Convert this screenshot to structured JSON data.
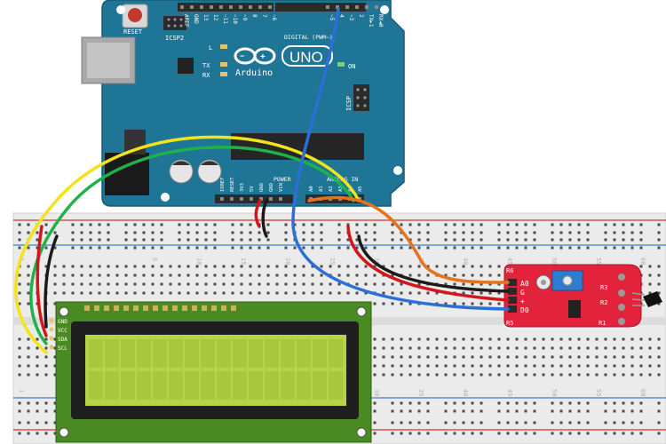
{
  "arduino": {
    "reset_label": "RESET",
    "icsp2_label": "ICSP2",
    "icsp_label": "ICSP",
    "digital_label": "DIGITAL (PWM~)",
    "pin_labels": [
      "AREF",
      "GND",
      "13",
      "12",
      "~11",
      "~10",
      "~9",
      "8",
      "7",
      "~6",
      "~5",
      "4",
      "~3",
      "2",
      "TX►1",
      "RX◄0"
    ],
    "l_label": "L",
    "tx_label": "TX",
    "rx_label": "RX",
    "brand": "Arduino",
    "model": "UNO",
    "on_label": "ON",
    "power_label": "POWER",
    "analog_label": "ANALOG IN",
    "power_pins": [
      "IOREF",
      "RESET",
      "3V3",
      "5V",
      "GND",
      "GND",
      "VIN"
    ],
    "analog_pins": [
      "A0",
      "A1",
      "A2",
      "A3",
      "A4",
      "A5"
    ],
    "colors": {
      "board": "#1f7596",
      "board_dark": "#165a74",
      "header": "#2b2b2b"
    }
  },
  "breadboard": {
    "column_numbers": [
      "1",
      "5",
      "10",
      "15",
      "20",
      "25",
      "30",
      "35",
      "40",
      "45",
      "50",
      "55",
      "60"
    ],
    "colors": {
      "rail_red": "#d9534f",
      "rail_blue": "#5b8fd6",
      "body": "#ebebeb"
    }
  },
  "lcd": {
    "pin_labels": [
      "GND",
      "VCC",
      "SDA",
      "SCL"
    ],
    "colors": {
      "pcb": "#4a8a23",
      "screen": "#b6d34a"
    }
  },
  "sensor": {
    "labels": [
      "A0",
      "G",
      "+",
      "D0"
    ],
    "components": [
      "R6",
      "R5",
      "R3",
      "R2",
      "R1"
    ],
    "colors": {
      "pcb": "#e2233b"
    }
  },
  "wire_colors": {
    "yellow": "#f1e31c",
    "green": "#1fb24a",
    "red": "#d3161c",
    "black": "#1b1b1b",
    "orange": "#e5731e",
    "blue": "#2c6fd6"
  }
}
